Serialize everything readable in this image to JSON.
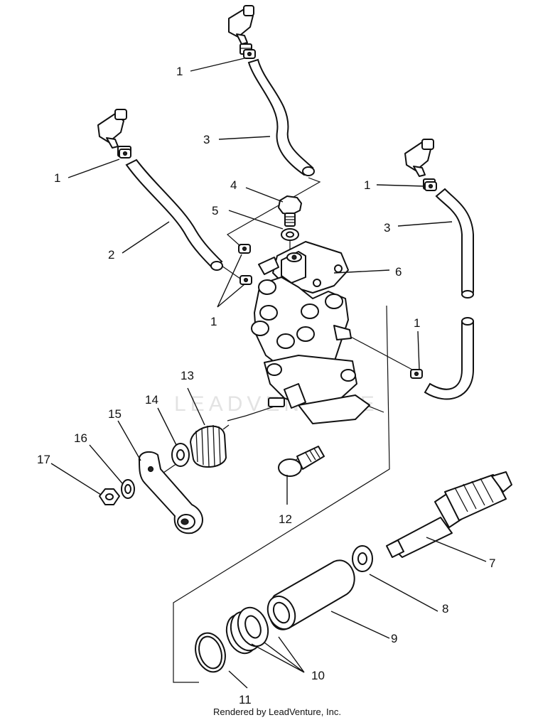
{
  "watermark": "LEADVENTURE",
  "footer": "Rendered by LeadVenture, Inc.",
  "callouts": {
    "c1a": "1",
    "c1b": "1",
    "c1c": "1",
    "c1d": "1",
    "c1e": "1",
    "c2": "2",
    "c3a": "3",
    "c3b": "3",
    "c4": "4",
    "c5": "5",
    "c6": "6",
    "c7": "7",
    "c8": "8",
    "c9": "9",
    "c10": "10",
    "c11": "11",
    "c12": "12",
    "c13": "13",
    "c14": "14",
    "c15": "15",
    "c16": "16",
    "c17": "17"
  }
}
